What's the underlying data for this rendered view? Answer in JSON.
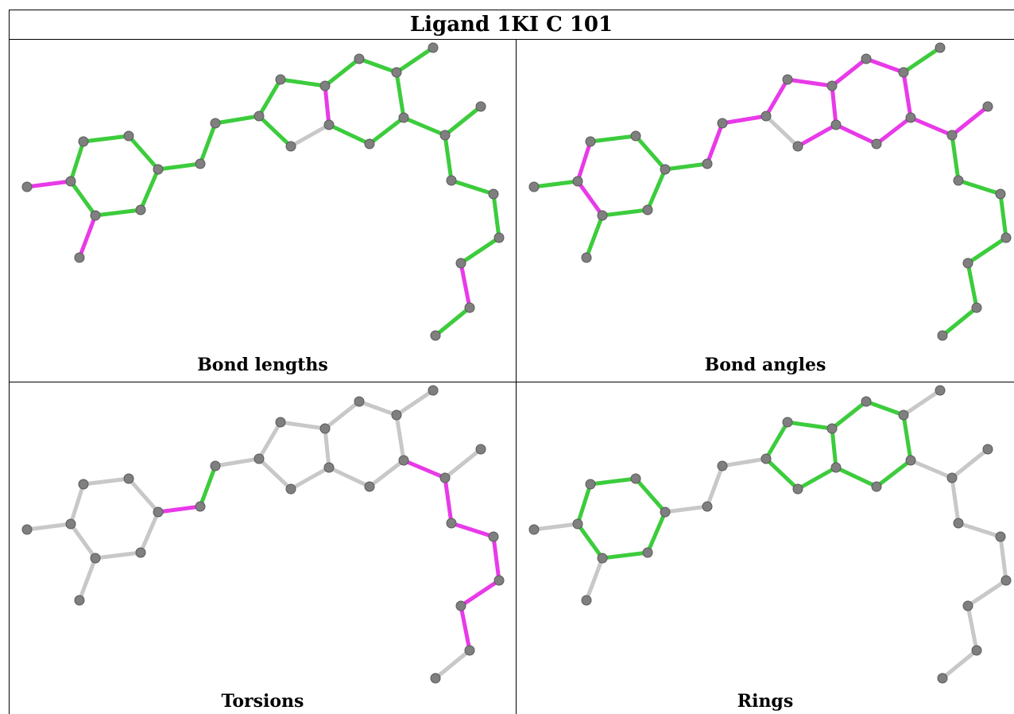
{
  "title": "Ligand 1KI C 101",
  "colors": {
    "outlier": "#e83ae8",
    "ok": "#3ccc3c",
    "neutral": "#c8c8c8",
    "atom": "#7f7f7f"
  },
  "panels": [
    {
      "caption": "Bond lengths"
    },
    {
      "caption": "Bond angles"
    },
    {
      "caption": "Torsions"
    },
    {
      "caption": "Rings"
    }
  ]
}
